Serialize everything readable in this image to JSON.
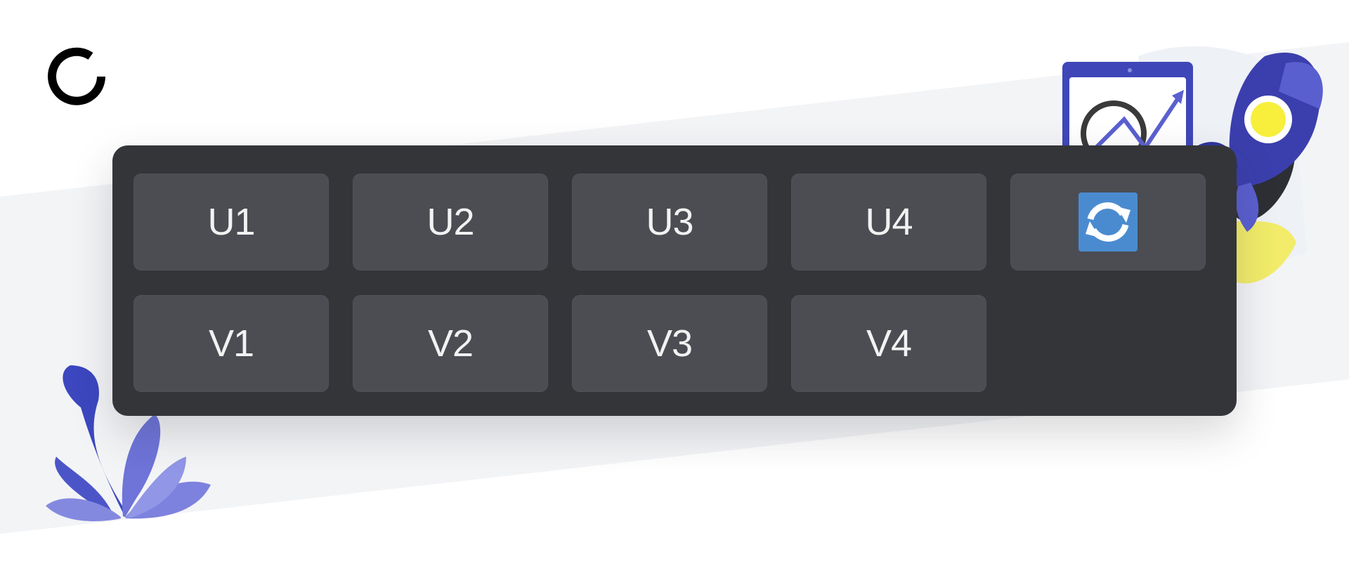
{
  "keypad": {
    "row1": [
      "U1",
      "U2",
      "U3",
      "U4"
    ],
    "row2": [
      "V1",
      "V2",
      "V3",
      "V4"
    ],
    "refresh_icon": "refresh-icon"
  },
  "icons": {
    "logo": "loading-spinner-icon",
    "plant": "plant-illustration",
    "rocket": "rocket-illustration"
  },
  "colors": {
    "panel": "#343539",
    "key": "#4c4d53",
    "key_text": "#f2f2f2",
    "refresh_icon_bg": "#4a8bd0",
    "accent": "#4f56c8"
  }
}
